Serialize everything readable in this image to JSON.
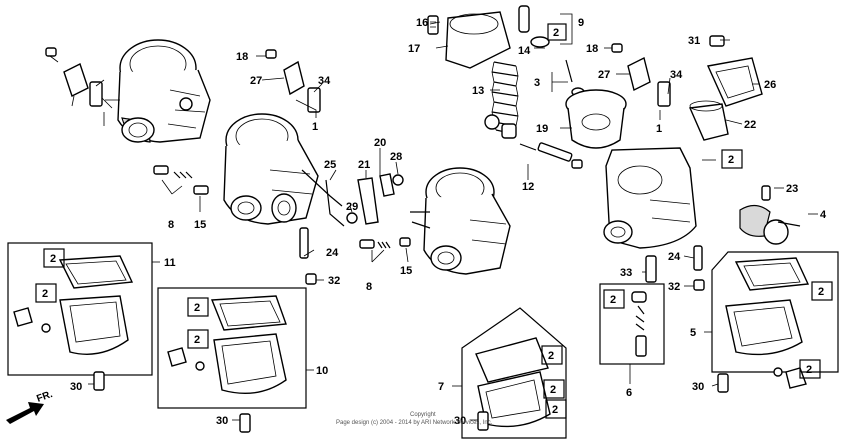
{
  "callouts": [
    "16",
    "9",
    "2",
    "14",
    "17",
    "3",
    "13",
    "19",
    "18",
    "27",
    "34",
    "1",
    "31",
    "26",
    "22",
    "2",
    "18",
    "27",
    "34",
    "1",
    "25",
    "20",
    "21",
    "28",
    "29",
    "12",
    "23",
    "4",
    "8",
    "15",
    "24",
    "32",
    "8",
    "15",
    "11",
    "2",
    "2",
    "2",
    "2",
    "10",
    "2",
    "33",
    "2",
    "24",
    "32",
    "2",
    "5",
    "2",
    "7",
    "2",
    "2",
    "6",
    "30",
    "30",
    "30",
    "30"
  ],
  "copyright_line1": "Copyright",
  "copyright_line2": "Page design (c) 2004 - 2014 by ARI Network Services, Inc.",
  "direction_label": "FR."
}
